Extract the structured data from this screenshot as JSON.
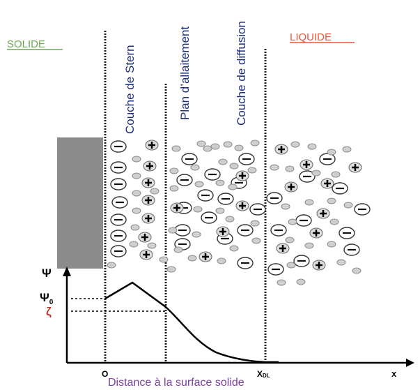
{
  "labels": {
    "solide": "SOLIDE",
    "liquide": "LIQUIDE",
    "stern": "Couche de Stern",
    "plan": "Plan d’allaitement",
    "diffusion": "Couche de diffusion",
    "psi": "Ψ",
    "psi0": "Ψ",
    "psi0_sub": "0",
    "zeta": "ζ",
    "origin": "O",
    "xdl": "X",
    "xdl_sub": "DL",
    "x_axis": "x",
    "caption": "Distance à la surface solide"
  },
  "colors": {
    "solide": "#6aa84f",
    "liquide": "#e8553c",
    "vertical_text": "#1c2d7a",
    "zeta": "#c0392b",
    "caption": "#7b3f9e",
    "solid_block": "#8c8c8c"
  },
  "ions": {
    "big_minus": "⊖",
    "plus": "⊕",
    "small": "⊙"
  }
}
